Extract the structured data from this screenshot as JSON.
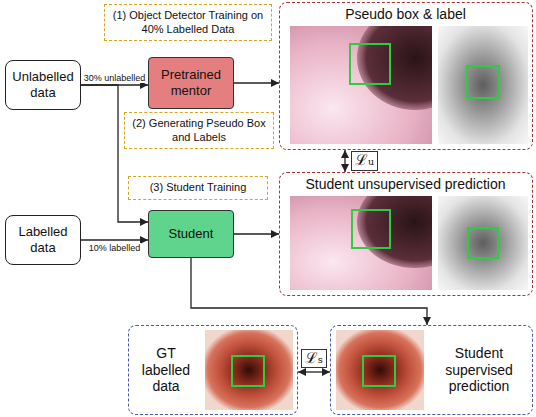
{
  "diagram": {
    "nodes": [
      {
        "text": [
          "(1) Object Detector Training on 40% Labelled Data"
        ]
      },
      {
        "text": [
          "Pseudo box & label"
        ]
      },
      {
        "text": [
          "Unlabelled data"
        ]
      },
      {
        "text": [
          "Pretrained mentor"
        ]
      },
      {
        "text": [
          "(2) Generating Pseudo Box and Labels"
        ]
      },
      {
        "text": [
          "Student unsupervised prediction"
        ]
      },
      {
        "text": [
          "(3) Student Training"
        ]
      },
      {
        "text": [
          "Labelled data"
        ]
      },
      {
        "text": [
          "Student"
        ]
      },
      {
        "text": [
          "GT labelled data"
        ]
      },
      {
        "text": [
          "Student supervised prediction"
        ]
      }
    ],
    "edges": [
      {
        "from": 2,
        "to": 3,
        "arrow": "to",
        "label": "30% unlabelled"
      },
      {
        "from": 2,
        "to": 8,
        "arrow": "to"
      },
      {
        "from": 3,
        "to": 1,
        "arrow": "to"
      },
      {
        "from": 1,
        "to": 5,
        "arrow": "both",
        "label": "ℒᵤ"
      },
      {
        "from": 8,
        "to": 5,
        "arrow": "to"
      },
      {
        "from": 7,
        "to": 8,
        "arrow": "to",
        "label": "10% labelled"
      },
      {
        "from": 8,
        "to": 10,
        "arrow": "to"
      },
      {
        "from": 9,
        "to": 10,
        "arrow": "both",
        "label": "ℒₛ"
      }
    ]
  }
}
